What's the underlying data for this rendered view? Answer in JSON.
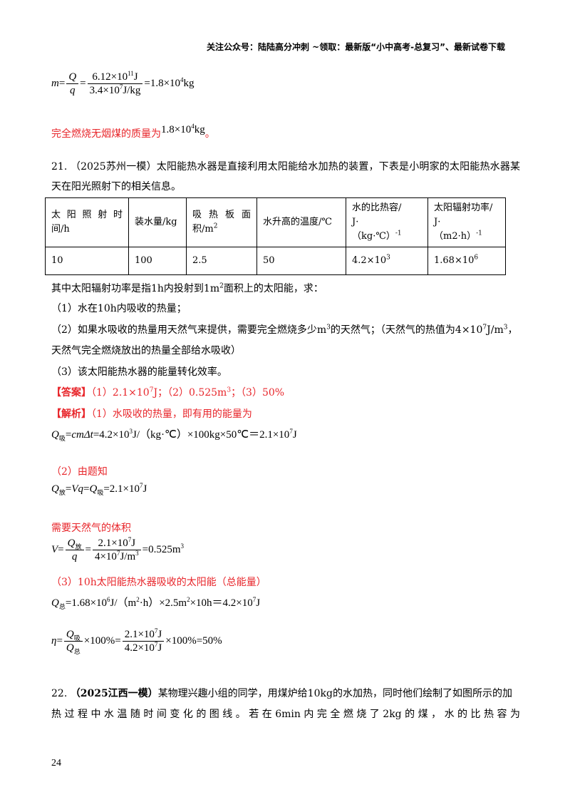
{
  "header": {
    "text": "关注公众号：陆陆高分冲刺 ~领取：最新版“小中高考-总复习”、最新试卷下载"
  },
  "prev_solution": {
    "m_lhs": "m",
    "Q": "Q",
    "q": "q",
    "num": "6.12×10",
    "num_exp": "11",
    "num_unit": "J",
    "den": "3.4×10",
    "den_exp": "7",
    "den_unit": "J/kg",
    "result": "=1.8×10",
    "result_exp": "4",
    "result_unit": "kg",
    "conclusion_prefix": "完全燃烧无烟煤的质量为",
    "conclusion_value": "1.8×10",
    "conclusion_exp": "4",
    "conclusion_unit": "kg",
    "conclusion_suffix": "。"
  },
  "q21": {
    "line1": "21. （2025苏州一模）太阳能热水器是直接利用太阳能给水加热的装置，下表是小明家的太阳能热水器某",
    "line2": "天在阳光照射下的相关信息。",
    "table": {
      "h1a": "太阳照射时",
      "h1b": "间/h",
      "h2": "装水量/kg",
      "h3a": "吸热板面",
      "h3b": "积/m",
      "h3b_exp": "2",
      "h4": "水升高的温度/℃",
      "h5a": "水的比热容/",
      "h5b": "J·",
      "h5c": "（kg·℃）",
      "h5c_exp": "-1",
      "h6a": "太阳辐射功率/",
      "h6b": "J·",
      "h6c": "（m2·h）",
      "h6c_exp": "-1",
      "v1": "10",
      "v2": "100",
      "v3": "2.5",
      "v4": "50",
      "v5": "4.2×10",
      "v5_exp": "3",
      "v6": "1.68×10",
      "v6_exp": "6"
    },
    "note_a": "其中太阳辐射功率是指1h内投射到1m",
    "note_exp": "2",
    "note_b": "面积上的太阳能，求：",
    "p1": "（1）水在10h内吸收的热量；",
    "p2a": "（2）如果水吸收的热量用天然气来提供，需要完全燃烧多少m",
    "p2a_exp": "3",
    "p2b": "的天然气；（天然气的热值为4×10",
    "p2b_exp": "7",
    "p2c": "J/m",
    "p2c_exp": "3",
    "p2d": "，",
    "p2_line2": "天然气完全燃烧放出的热量全部给水吸收）",
    "p3": "（3）该太阳能热水器的能量转化效率。",
    "answer_tag": "【答案】",
    "answer_a": "（1）2.1×10",
    "answer_a_exp": "7",
    "answer_b": "J；（2）0.525m",
    "answer_b_exp": "3",
    "answer_c": "；（3）50%",
    "analysis_tag": "【解析】",
    "analysis_1": "（1）水吸收的热量，即有用的能量为",
    "f1_Q": "Q",
    "f1_sub": "吸",
    "f1_eq": "=",
    "f1_cmdt": "cm",
    "f1_delta": "Δt",
    "f1_rest": "=4.2×10",
    "f1_exp1": "3",
    "f1_rest2": "J/（kg·℃）×100kg×50℃＝2.1×10",
    "f1_exp2": "7",
    "f1_unit": "J",
    "analysis_2": "（2）由题知",
    "f2_Q": "Q",
    "f2_sub1": "放",
    "f2_eq": "=",
    "f2_Vq": "Vq",
    "f2_eq2": "=",
    "f2_Q2": "Q",
    "f2_sub2": "吸",
    "f2_rest": "=2.1×10",
    "f2_exp": "7",
    "f2_unit": "J",
    "analysis_3": "需要天然气的体积",
    "f3_V": "V",
    "f3_eq": "=",
    "f3_Q": "Q",
    "f3_sub": "放",
    "f3_q": "q",
    "f3_num": "2.1×10",
    "f3_num_exp": "7",
    "f3_num_unit": "J",
    "f3_den": "4×10",
    "f3_den_exp": "7",
    "f3_den_unit": "J/m",
    "f3_den_exp2": "3",
    "f3_result": "=0.525m",
    "f3_result_exp": "3",
    "analysis_4": "（3）10h太阳能热水器吸收的太阳能（总能量）",
    "f4_Q": "Q",
    "f4_sub": "总",
    "f4_rest": "=1.68×10",
    "f4_exp1": "6",
    "f4_rest2": "J/（m",
    "f4_exp2": "2",
    "f4_rest3": "·h）×2.5m",
    "f4_exp3": "2",
    "f4_rest4": "×10h＝4.2×10",
    "f4_exp4": "7",
    "f4_unit": "J",
    "f5_eta": "η",
    "f5_eq": "=",
    "f5_Q1": "Q",
    "f5_sub1": "吸",
    "f5_Q2": "Q",
    "f5_sub2": "总",
    "f5_mid": "×100%=",
    "f5_num": "2.1×10",
    "f5_num_exp": "7",
    "f5_num_unit": "J",
    "f5_den": "4.2×10",
    "f5_den_exp": "7",
    "f5_den_unit": "J",
    "f5_result": "×100%=50%"
  },
  "q22": {
    "num": "22. ",
    "source": "（2025江西一模）",
    "line1_rest": "某物理兴趣小组的同学，用煤炉给10kg的水加热，同时他们绘制了如图所示的加",
    "line2": "热过程中水温随时间变化的图线。若在6min内完全燃烧了2kg的煤，水的比热容为"
  },
  "page_number": "24"
}
